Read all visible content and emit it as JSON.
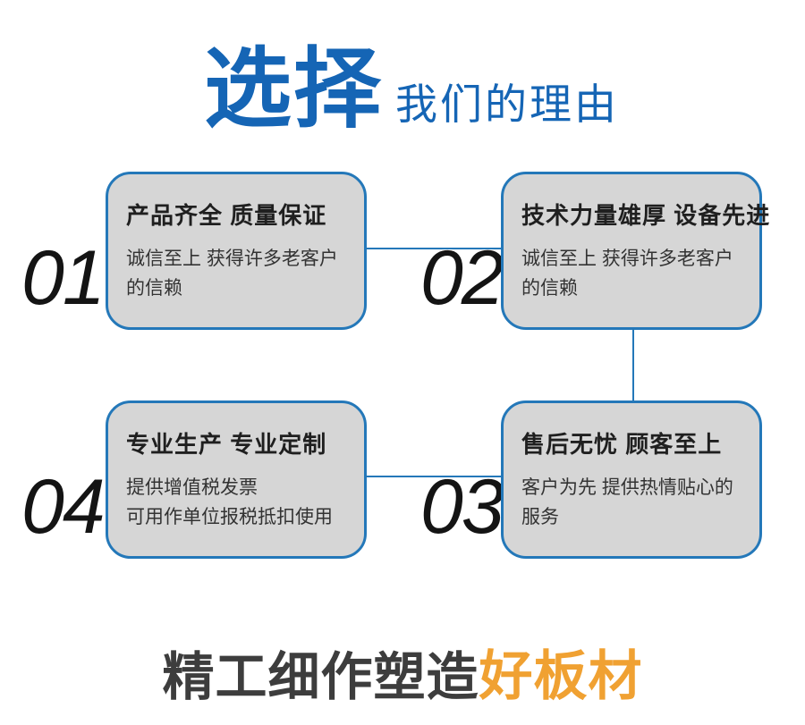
{
  "heading": {
    "big": "选择",
    "rest": "我们的理由"
  },
  "features": [
    {
      "number": "01",
      "title": "产品齐全 质量保证",
      "body": "诚信至上 获得许多老客户\n的信赖"
    },
    {
      "number": "02",
      "title": "技术力量雄厚 设备先进",
      "body": "诚信至上 获得许多老客户\n的信赖"
    },
    {
      "number": "03",
      "title": "售后无忧 顾客至上",
      "body": "客户为先 提供热情贴心的\n服务"
    },
    {
      "number": "04",
      "title": "专业生产 专业定制",
      "body": "提供增值税发票\n可用作单位报税抵扣使用"
    }
  ],
  "footer": {
    "dark": "精工细作塑造",
    "orange": "好板材"
  },
  "colors": {
    "title_blue": "#1565b5",
    "border_blue": "#2478b9",
    "box_fill": "#d6d6d6",
    "number_black": "#141414",
    "footer_dark": "#3d3d3d",
    "footer_orange": "#f0a132"
  }
}
